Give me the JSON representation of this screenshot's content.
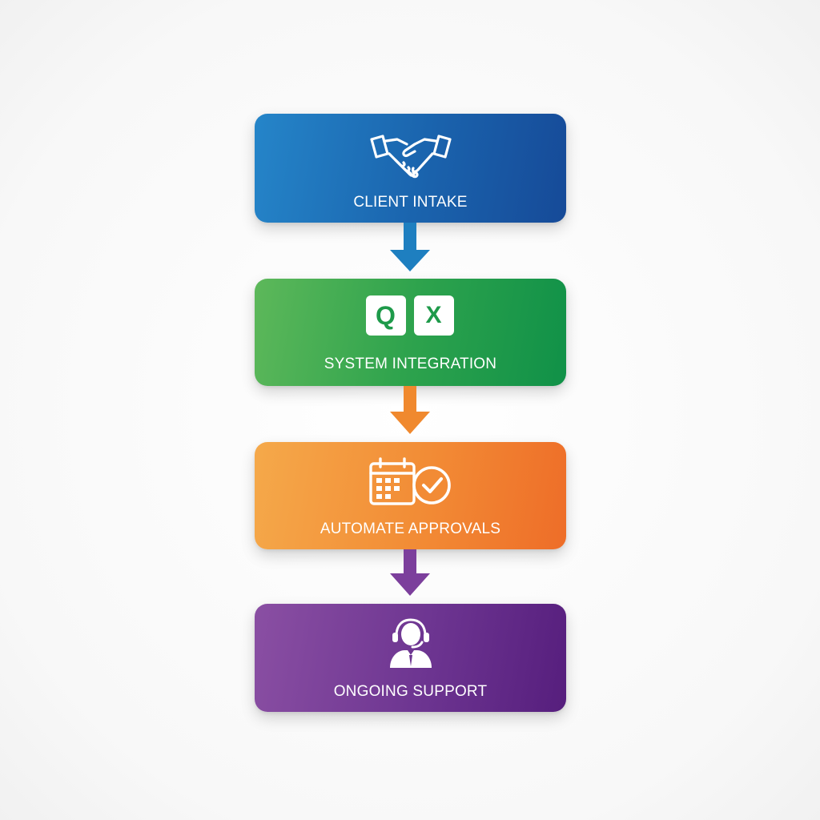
{
  "steps": [
    {
      "label": "CLIENT INTAKE",
      "icon": "handshake-icon",
      "color": "#1a63ad"
    },
    {
      "label": "SYSTEM INTEGRATION",
      "icon": "qx-app-icons",
      "icon_letters": [
        "Q",
        "X"
      ],
      "color": "#2ea34d"
    },
    {
      "label": "AUTOMATE APPROVALS",
      "icon": "calendar-check-icon",
      "color": "#f28b35"
    },
    {
      "label": "ONGOING SUPPORT",
      "icon": "support-agent-icon",
      "color": "#6d3591"
    }
  ],
  "connectors": [
    {
      "color": "#1e7fc0"
    },
    {
      "color": "#f0892e"
    },
    {
      "color": "#7c3f9c"
    }
  ]
}
